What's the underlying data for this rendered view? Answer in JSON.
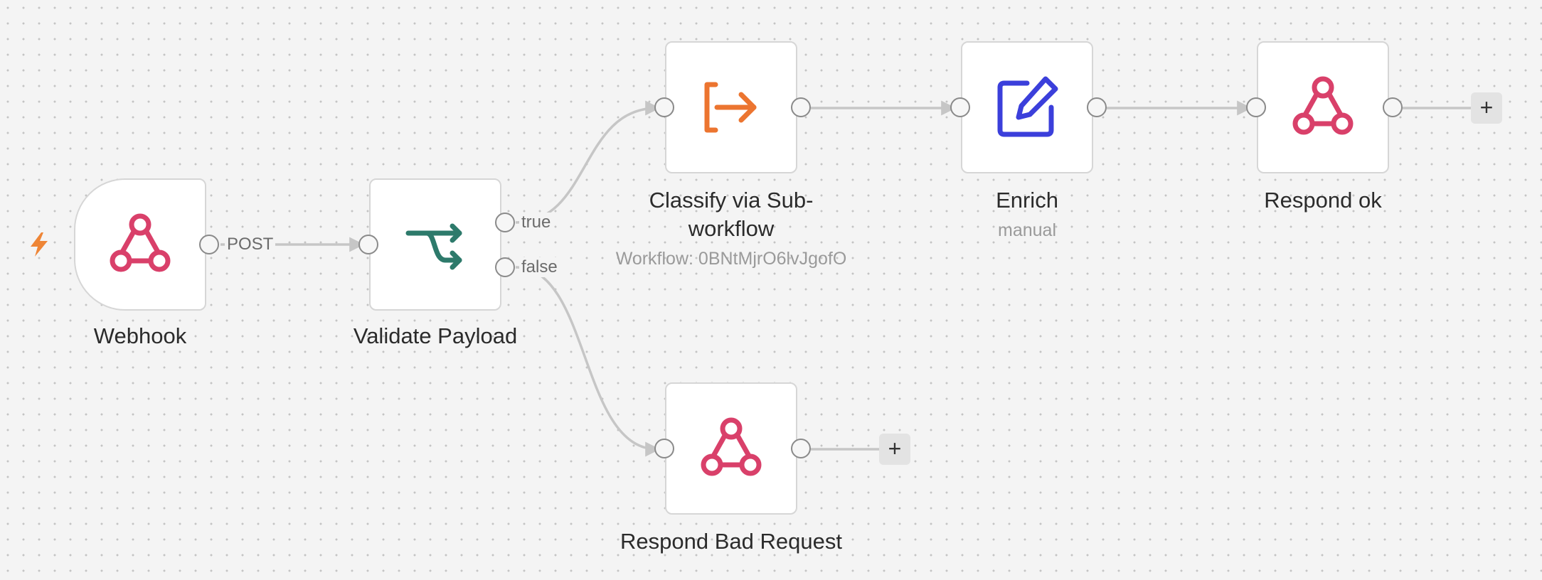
{
  "canvas": {
    "nodes": {
      "webhook": {
        "title": "Webhook",
        "icon": "webhook-icon"
      },
      "validate": {
        "title": "Validate Payload",
        "icon": "branch-icon"
      },
      "classify": {
        "title": "Classify via Sub-workflow",
        "subtitle": "Workflow: 0BNtMjrO6lvJgofO",
        "icon": "sign-out-icon"
      },
      "enrich": {
        "title": "Enrich",
        "subtitle": "manual",
        "icon": "edit-icon"
      },
      "respond_ok": {
        "title": "Respond ok",
        "icon": "webhook-icon"
      },
      "respond_bad": {
        "title": "Respond Bad Request",
        "icon": "webhook-icon"
      }
    },
    "edge_labels": {
      "post": "POST",
      "true": "true",
      "false": "false"
    },
    "add_button": "+",
    "colors": {
      "webhook": "#d9406a",
      "branch": "#2d7a6b",
      "subworkflow": "#ec7530",
      "edit": "#3b3fdb",
      "trigger": "#ee8536",
      "edge": "#c6c6c6"
    }
  }
}
